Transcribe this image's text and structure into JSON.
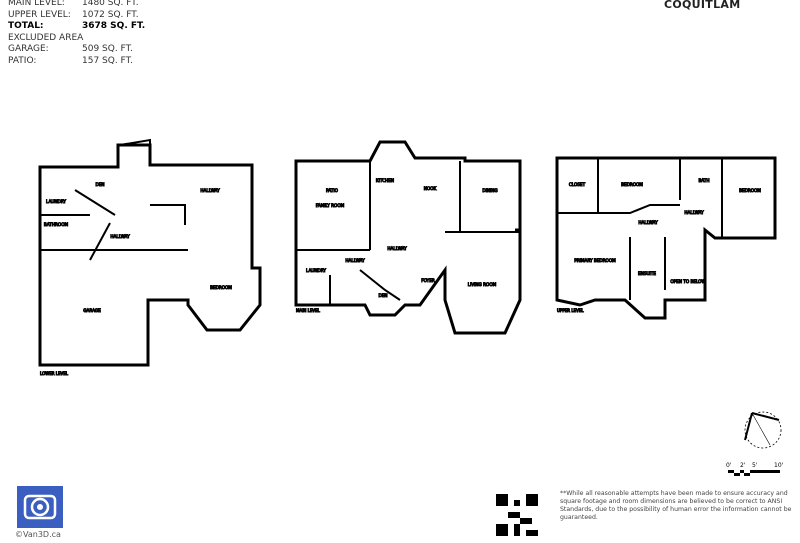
{
  "header": {
    "city": "COQUITLAM",
    "areas": [
      {
        "label": "MAIN LEVEL:",
        "value": "1480 SQ. FT.",
        "bold": false
      },
      {
        "label": "UPPER LEVEL:",
        "value": "1072 SQ. FT.",
        "bold": false
      },
      {
        "label": "TOTAL:",
        "value": "3678 SQ. FT.",
        "bold": true
      }
    ],
    "excluded_title": "EXCLUDED AREA",
    "excluded": [
      {
        "label": "GARAGE:",
        "value": "509 SQ. FT."
      },
      {
        "label": "PATIO:",
        "value": "157 SQ. FT."
      }
    ]
  },
  "plans": {
    "lower": {
      "level_label": "LOWER LEVEL",
      "rooms": [
        "DEN",
        "LAUNDRY",
        "BATHROOM",
        "HALLWAY",
        "HALLWAY",
        "BEDROOM",
        "GARAGE"
      ]
    },
    "main": {
      "level_label": "MAIN LEVEL",
      "patio": "PATIO",
      "rooms": [
        "FAMILY ROOM",
        "KITCHEN",
        "NOOK",
        "DINING",
        "HALLWAY",
        "HALLWAY",
        "FOYER",
        "DEN",
        "LIVING ROOM",
        "LAUNDRY"
      ]
    },
    "upper": {
      "level_label": "UPPER LEVEL",
      "rooms": [
        "BEDROOM",
        "BEDROOM",
        "HALLWAY",
        "HALLWAY",
        "PRIMARY BEDROOM",
        "ENSUITE",
        "OPEN TO BELOW",
        "CLOSET",
        "BATH"
      ]
    }
  },
  "scale": {
    "ticks": [
      "0'",
      "2'",
      "5'",
      "10'"
    ]
  },
  "compass_icon": "north-arrow-icon",
  "footer": {
    "logo_caption": "©Van3D.ca",
    "disclaimer": "**While all reasonable attempts have been made to ensure accuracy and square footage and room dimensions are believed to be correct to ANSI Standards, due to the possibility of human error the information cannot be guaranteed."
  },
  "colors": {
    "logo_bg": "#3b5fc0",
    "walls": "#000000"
  }
}
